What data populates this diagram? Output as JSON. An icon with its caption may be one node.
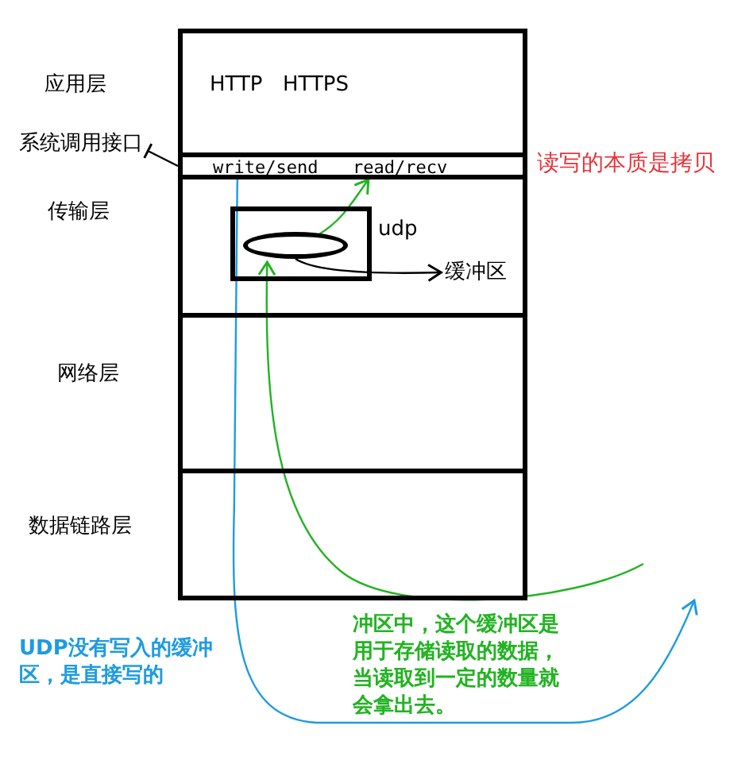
{
  "diagram": {
    "nodes": [
      {
        "text": [
          "应用层",
          "HTTP",
          "HTTPS"
        ]
      },
      {
        "text": [
          "write/send",
          "read/recv"
        ],
        "beside": [
          "读写的本质是拷贝"
        ]
      },
      {
        "text": [
          "系统调用接口"
        ]
      },
      {
        "text": [
          "传输层"
        ]
      },
      {
        "text": [
          "udp"
        ],
        "in": 3
      },
      {
        "text": [],
        "shape": "ellipse",
        "in": 4
      },
      {
        "text": [
          "缓冲区"
        ],
        "in": 3
      },
      {
        "text": [
          "网络层"
        ]
      },
      {
        "text": [
          "数据链路层"
        ]
      },
      {
        "text": [
          "UDP没有写入的缓冲区，是直接写的"
        ]
      },
      {
        "text": [
          "冲区中，这个缓冲区是用于存储读取的数据，当读取到一定的数量就会拿出去。"
        ]
      }
    ],
    "edges": [
      {
        "from": 1,
        "to": 2,
        "arrow": "other"
      },
      {
        "from": 5,
        "to": 6,
        "arrow": "to"
      },
      {
        "from": 1,
        "to": null,
        "arrow": "to",
        "color": "#1e9be0"
      },
      {
        "from": null,
        "to": 5,
        "arrow": "to",
        "color": "#22b322"
      },
      {
        "from": 5,
        "to": 1,
        "arrow": "to",
        "color": "#22b322"
      }
    ]
  }
}
